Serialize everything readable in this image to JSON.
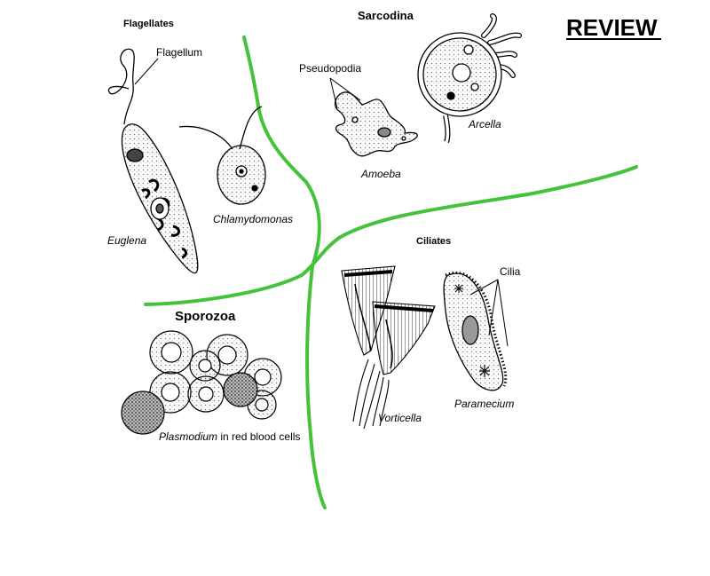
{
  "title": "REVIEW",
  "groups": {
    "flagellates": "Flagellates",
    "sarcodina": "Sarcodina",
    "ciliates": "Ciliates",
    "sporozoa": "Sporozoa"
  },
  "labels": {
    "flagellum": "Flagellum",
    "euglena": "Euglena",
    "chlamydomonas": "Chlamydomonas",
    "pseudopodia": "Pseudopodia",
    "amoeba": "Amoeba",
    "arcella": "Arcella",
    "cilia": "Cilia",
    "vorticella": "Vorticella",
    "paramecium": "Paramecium",
    "plasmodium_name": "Plasmodium",
    "plasmodium_rest": " in red blood cells"
  },
  "colors": {
    "divider": "#44c23a",
    "ink": "#000000",
    "stipple": "#cfcfcf"
  }
}
